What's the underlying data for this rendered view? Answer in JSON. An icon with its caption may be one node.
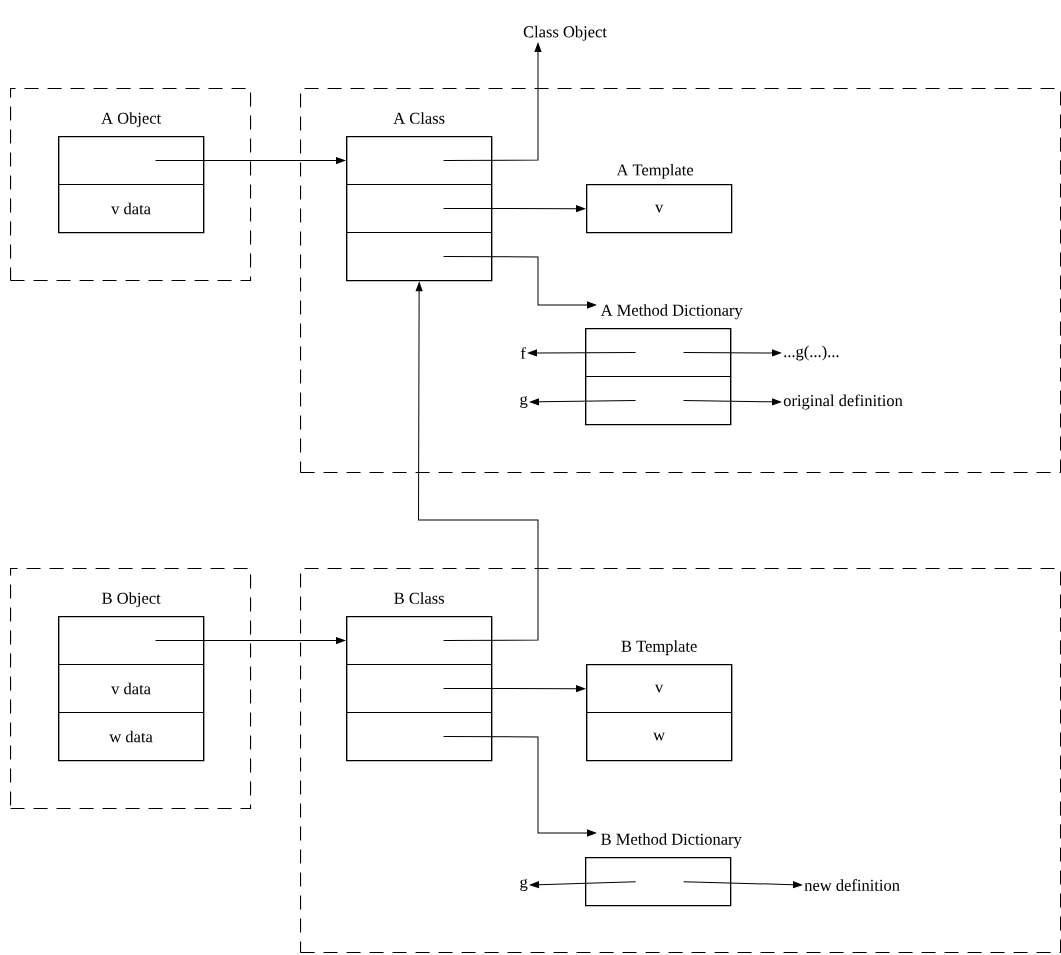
{
  "diagram": {
    "nodes": [
      {
        "text": [],
        "shape": "box"
      },
      {
        "text": [
          "A Object"
        ],
        "in": 0
      },
      {
        "text": [],
        "shape": "box",
        "in": 1
      },
      {
        "text": [
          "v data"
        ],
        "in": 1
      },
      {
        "text": [],
        "shape": "box"
      },
      {
        "text": [
          "A Class"
        ],
        "in": 4
      },
      {
        "text": [],
        "shape": "box",
        "in": 5
      },
      {
        "text": [],
        "shape": "box",
        "in": 5
      },
      {
        "text": [],
        "shape": "box",
        "in": 5
      },
      {
        "text": [
          "A Template",
          "v"
        ],
        "in": 4
      },
      {
        "text": [
          "A Method Dictionary"
        ],
        "in": 4
      },
      {
        "text": [],
        "shape": "box",
        "in": 10
      },
      {
        "text": [],
        "shape": "box",
        "in": 10
      },
      {
        "text": [
          "Class Object"
        ]
      },
      {
        "text": [
          "f"
        ],
        "in": 4
      },
      {
        "text": [
          "...g(...)..."
        ],
        "in": 4
      },
      {
        "text": [
          "g"
        ],
        "in": 4
      },
      {
        "text": [
          "original definition"
        ],
        "in": 4
      },
      {
        "text": [],
        "shape": "box"
      },
      {
        "text": [
          "B Object"
        ],
        "in": 18
      },
      {
        "text": [],
        "shape": "box",
        "in": 19
      },
      {
        "text": [
          "v data"
        ],
        "in": 19
      },
      {
        "text": [
          "w data"
        ],
        "in": 19
      },
      {
        "text": [],
        "shape": "box"
      },
      {
        "text": [
          "B Class"
        ],
        "in": 23
      },
      {
        "text": [],
        "shape": "box",
        "in": 24
      },
      {
        "text": [],
        "shape": "box",
        "in": 24
      },
      {
        "text": [],
        "shape": "box",
        "in": 24
      },
      {
        "text": [
          "B Template"
        ],
        "in": 23
      },
      {
        "text": [
          "v"
        ],
        "in": 28
      },
      {
        "text": [
          "w"
        ],
        "in": 28
      },
      {
        "text": [
          "B Method Dictionary"
        ],
        "in": 23
      },
      {
        "text": [
          "g"
        ],
        "in": 23
      },
      {
        "text": [
          "new definition"
        ],
        "in": 23
      }
    ],
    "edges": [
      {
        "from": 2,
        "to": 6,
        "arrow": "to"
      },
      {
        "from": 6,
        "to": 13,
        "arrow": "to"
      },
      {
        "from": 7,
        "to": 9,
        "arrow": "to"
      },
      {
        "from": 8,
        "to": 10,
        "arrow": "to"
      },
      {
        "from": 11,
        "to": 14,
        "arrow": "to"
      },
      {
        "from": 11,
        "to": 15,
        "arrow": "to"
      },
      {
        "from": 12,
        "to": 16,
        "arrow": "to"
      },
      {
        "from": 12,
        "to": 17,
        "arrow": "to"
      },
      {
        "from": 20,
        "to": 25,
        "arrow": "to"
      },
      {
        "from": 25,
        "to": 5,
        "arrow": "to"
      },
      {
        "from": 26,
        "to": 28,
        "arrow": "to"
      },
      {
        "from": 27,
        "to": 31,
        "arrow": "to"
      },
      {
        "from": 31,
        "to": 32,
        "arrow": "to"
      },
      {
        "from": 31,
        "to": 33,
        "arrow": "to"
      }
    ]
  }
}
